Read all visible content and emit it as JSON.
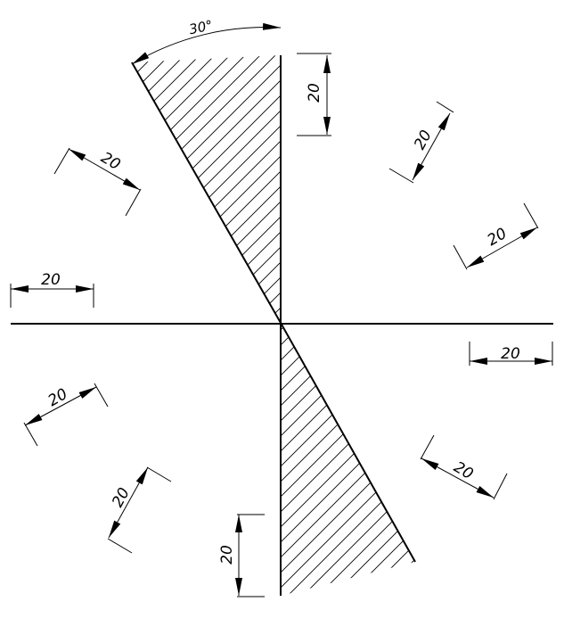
{
  "diagram": {
    "angle_label": "30°",
    "dimensions": [
      {
        "id": "top-vertical",
        "label": "20"
      },
      {
        "id": "upper-right-steep",
        "label": "20"
      },
      {
        "id": "upper-left-slanted",
        "label": "20"
      },
      {
        "id": "right-slanted",
        "label": "20"
      },
      {
        "id": "left-horizontal",
        "label": "20"
      },
      {
        "id": "right-horizontal",
        "label": "20"
      },
      {
        "id": "lower-left-slanted",
        "label": "20"
      },
      {
        "id": "lower-right-slanted",
        "label": "20"
      },
      {
        "id": "lower-left-steep",
        "label": "20"
      },
      {
        "id": "bottom-vertical",
        "label": "20"
      }
    ],
    "colors": {
      "ink": "#000000",
      "background": "#ffffff"
    }
  }
}
